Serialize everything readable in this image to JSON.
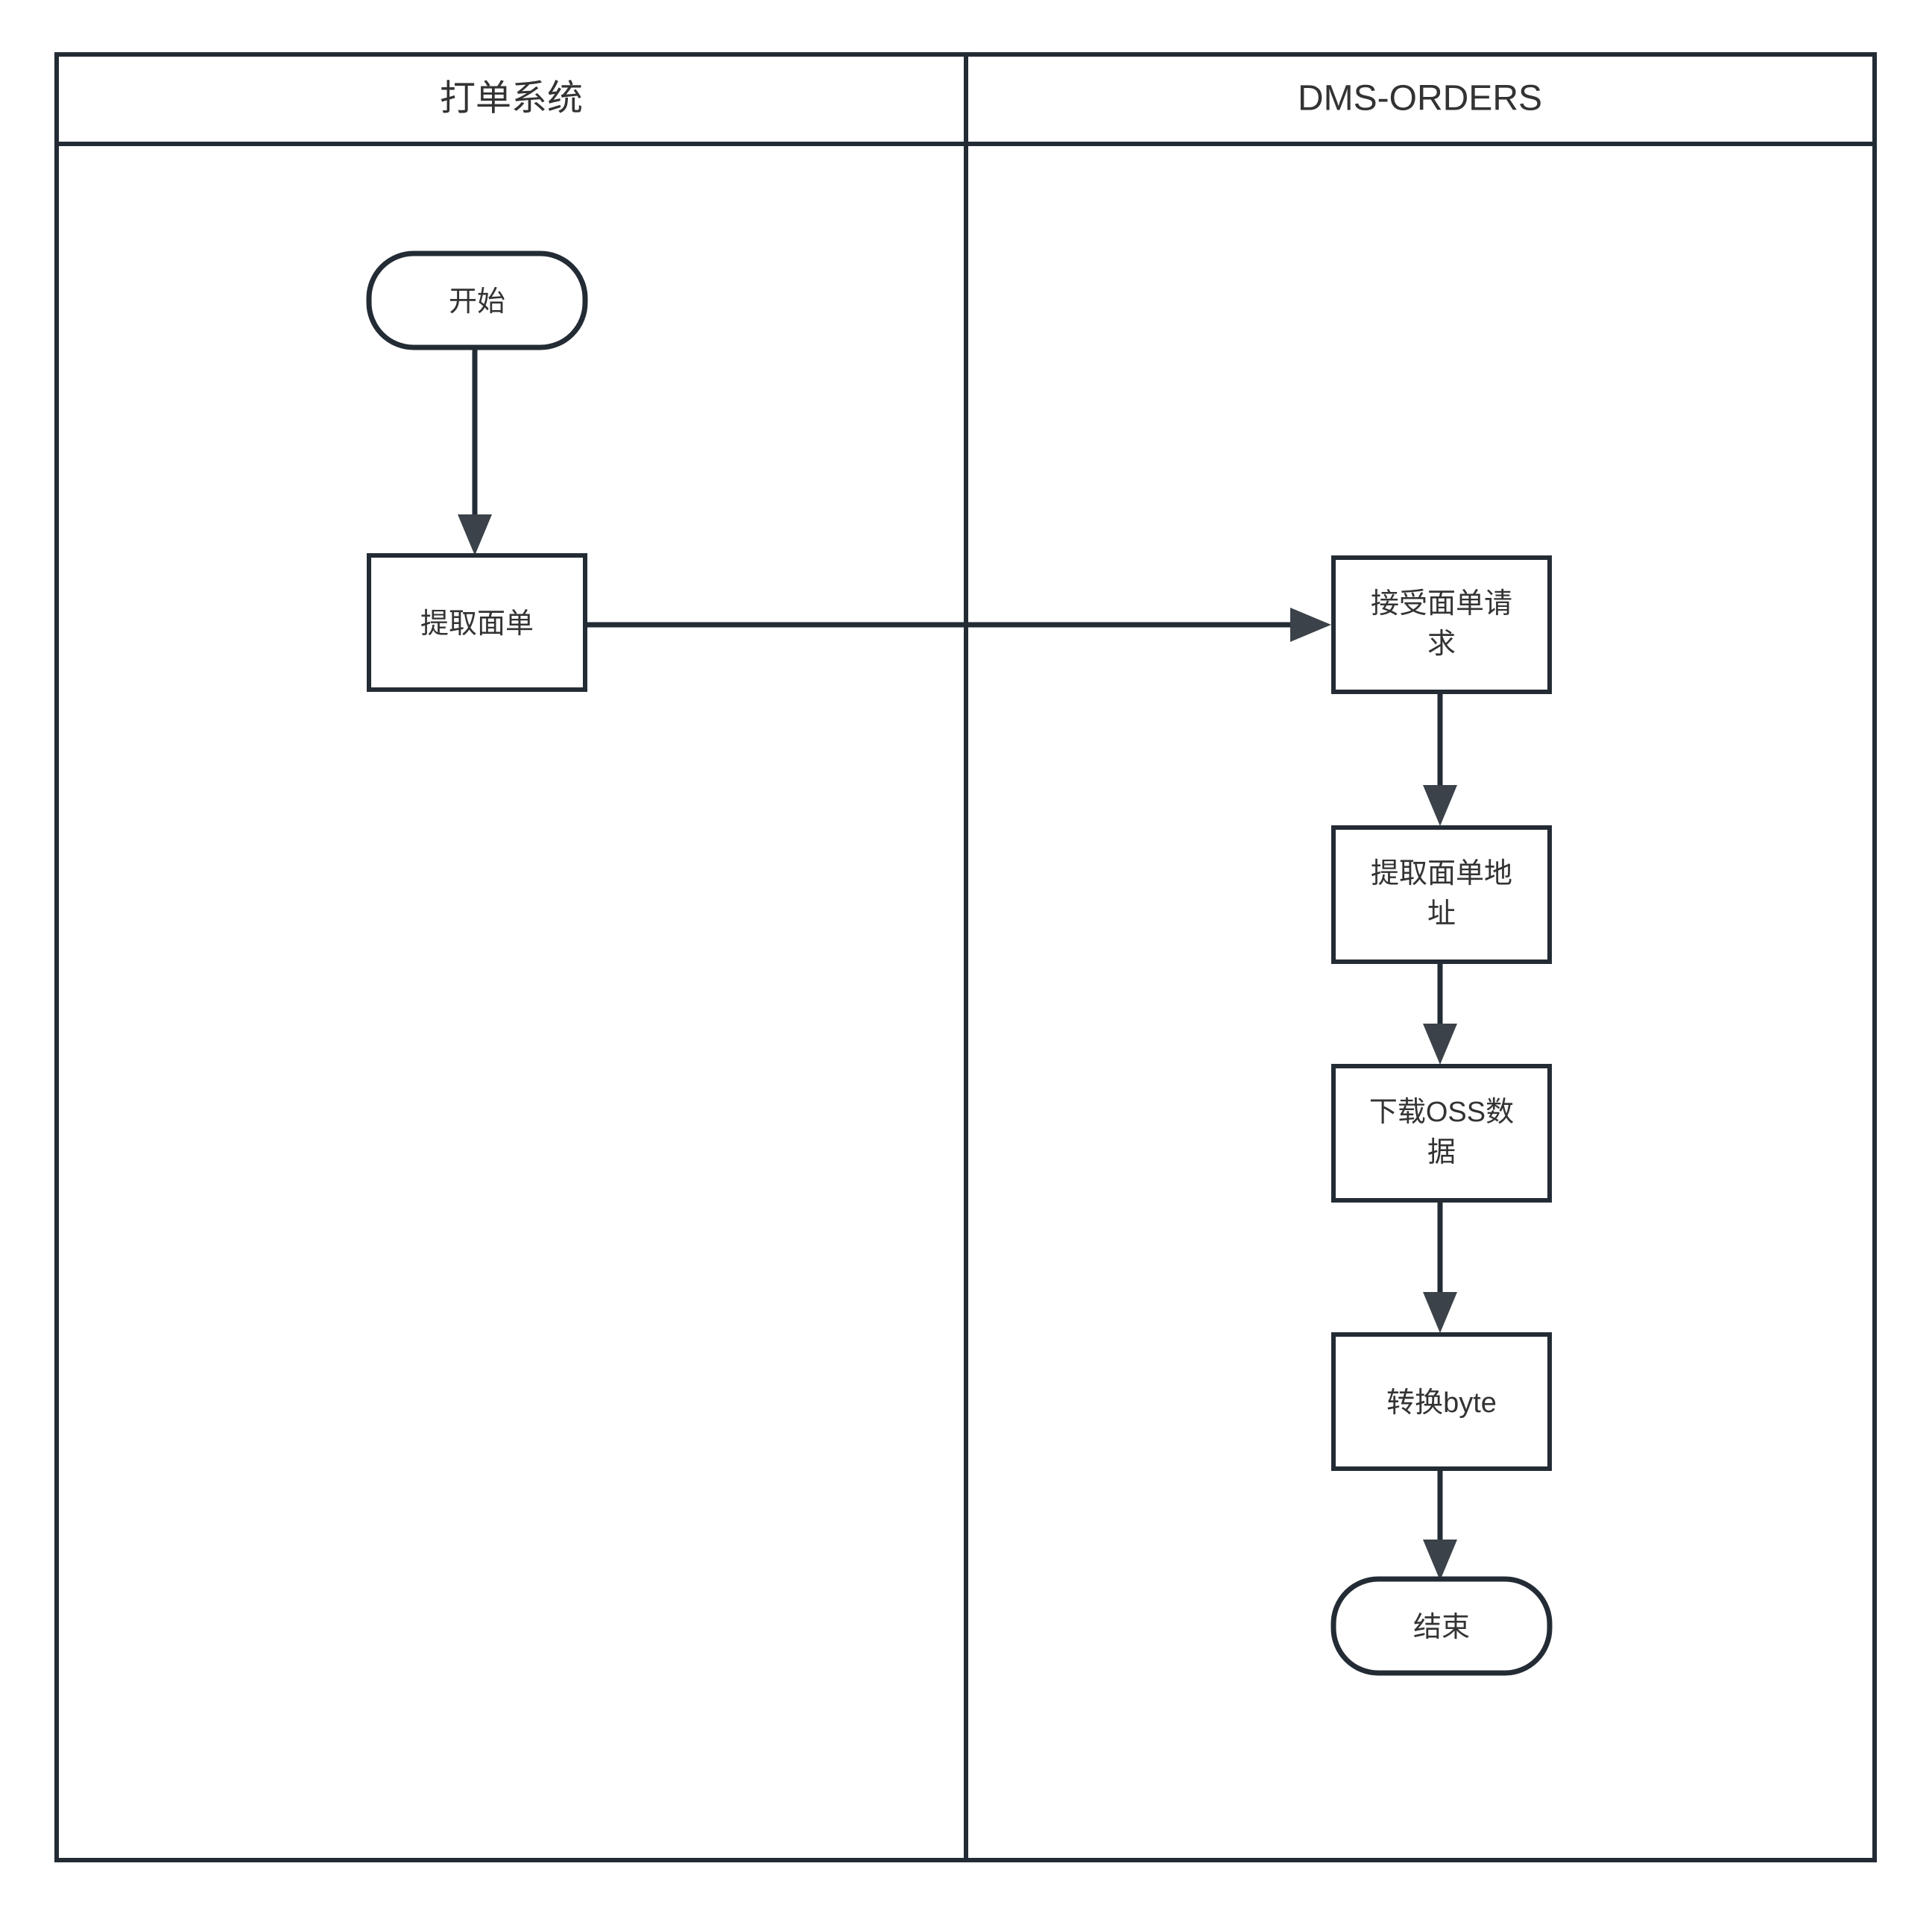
{
  "diagram": {
    "type": "swimlane-flowchart",
    "title_present": false,
    "colors": {
      "stroke": "#232b34",
      "text": "#333333",
      "background": "#ffffff",
      "arrow_fill": "#3b4249"
    },
    "lanes": [
      {
        "id": "lane-left",
        "label": "打单系统",
        "nodes": [
          "start",
          "extract-waybill"
        ]
      },
      {
        "id": "lane-right",
        "label": "DMS-ORDERS",
        "nodes": [
          "receive-request",
          "extract-address",
          "download-oss",
          "convert-byte",
          "end"
        ]
      }
    ],
    "nodes": [
      {
        "id": "start",
        "lane": "lane-left",
        "shape": "terminator",
        "label": "开始",
        "lines": [
          "开始"
        ]
      },
      {
        "id": "extract-waybill",
        "lane": "lane-left",
        "shape": "process",
        "label": "提取面单",
        "lines": [
          "提取面单"
        ]
      },
      {
        "id": "receive-request",
        "lane": "lane-right",
        "shape": "process",
        "label": "接受面单请求",
        "lines": [
          "接受面单请",
          "求"
        ]
      },
      {
        "id": "extract-address",
        "lane": "lane-right",
        "shape": "process",
        "label": "提取面单地址",
        "lines": [
          "提取面单地",
          "址"
        ]
      },
      {
        "id": "download-oss",
        "lane": "lane-right",
        "shape": "process",
        "label": "下载OSS数据",
        "lines": [
          "下载OSS数",
          "据"
        ]
      },
      {
        "id": "convert-byte",
        "lane": "lane-right",
        "shape": "process",
        "label": "转换byte",
        "lines": [
          "转换byte"
        ]
      },
      {
        "id": "end",
        "lane": "lane-right",
        "shape": "terminator",
        "label": "结束",
        "lines": [
          "结束"
        ]
      }
    ],
    "edges": [
      {
        "id": "edge-1",
        "from": "start",
        "to": "extract-waybill",
        "label": "",
        "direction": "down"
      },
      {
        "id": "edge-2",
        "from": "extract-waybill",
        "to": "receive-request",
        "label": "",
        "direction": "right"
      },
      {
        "id": "edge-3",
        "from": "receive-request",
        "to": "extract-address",
        "label": "",
        "direction": "down"
      },
      {
        "id": "edge-4",
        "from": "extract-address",
        "to": "download-oss",
        "label": "",
        "direction": "down"
      },
      {
        "id": "edge-5",
        "from": "download-oss",
        "to": "convert-byte",
        "label": "",
        "direction": "down"
      },
      {
        "id": "edge-6",
        "from": "convert-byte",
        "to": "end",
        "label": "",
        "direction": "down"
      }
    ]
  }
}
